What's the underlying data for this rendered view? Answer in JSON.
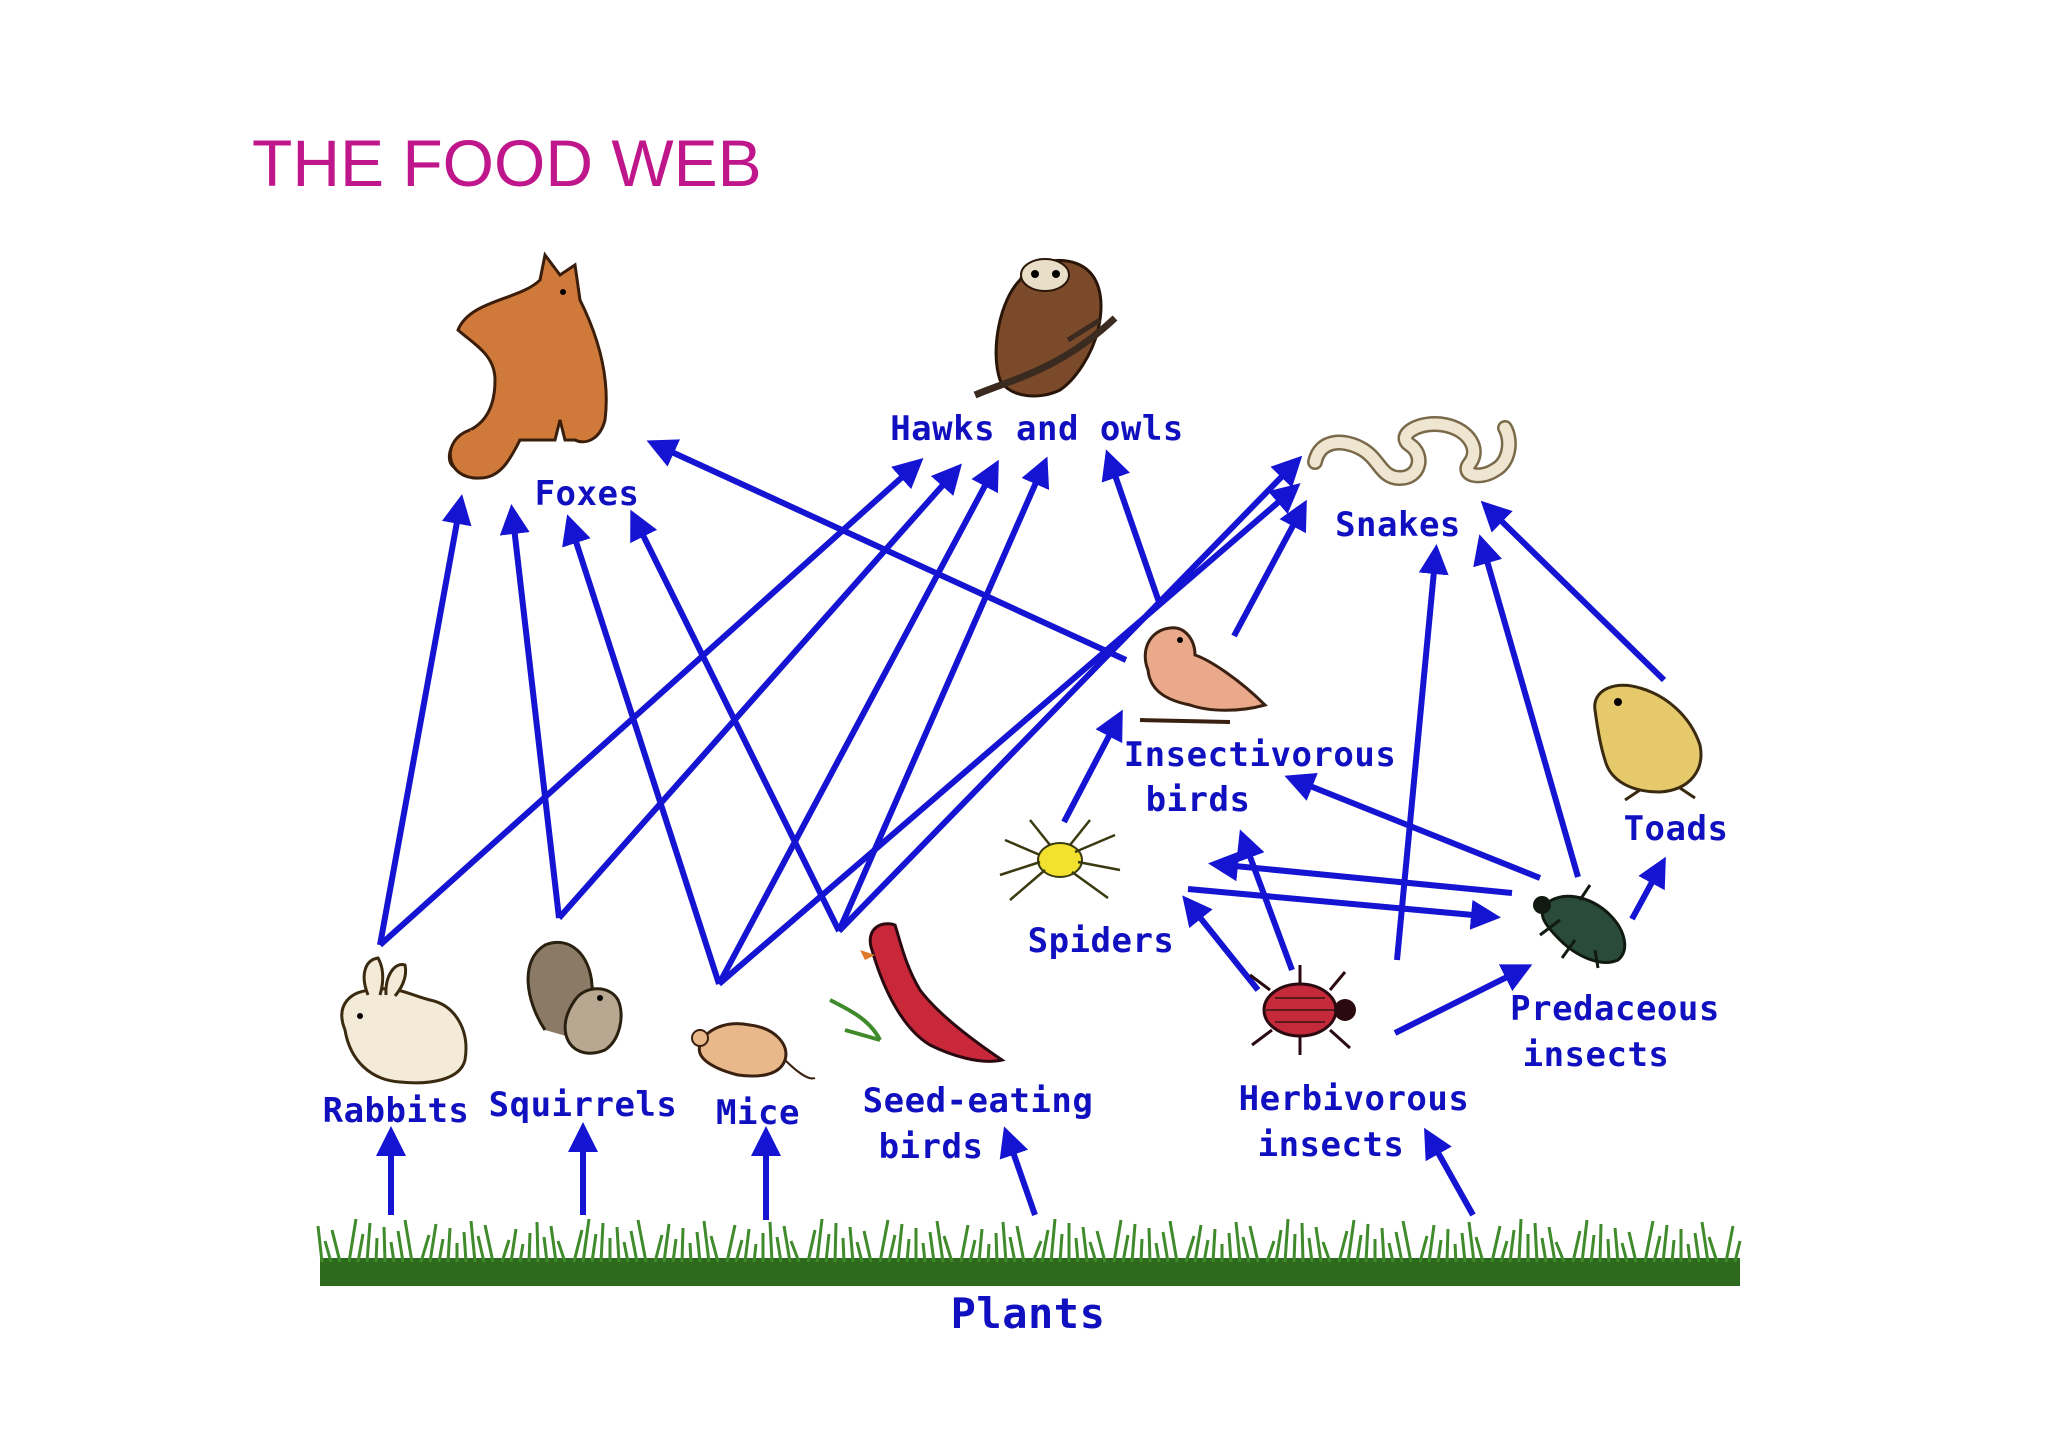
{
  "title": "THE FOOD WEB",
  "colors": {
    "title": "#c0168c",
    "arrows": "#1414d2",
    "labels": "#1010c0",
    "grass": "#3f8a2a"
  },
  "nodes": {
    "foxes": "Foxes",
    "hawks": "Hawks and owls",
    "snakes": "Snakes",
    "insect_birds_1": "Insectivorous",
    "insect_birds_2": "birds",
    "toads": "Toads",
    "spiders": "Spiders",
    "rabbits": "Rabbits",
    "squirrels": "Squirrels",
    "mice": "Mice",
    "seed_birds_1": "Seed-eating",
    "seed_birds_2": "birds",
    "herb_insects_1": "Herbivorous",
    "herb_insects_2": "insects",
    "pred_insects_1": "Predaceous",
    "pred_insects_2": "insects",
    "plants": "Plants"
  },
  "icons": [
    "fox-icon",
    "owl-icon",
    "snake-icon",
    "insectivorous-bird-icon",
    "toad-icon",
    "spider-icon",
    "rabbit-icon",
    "squirrel-icon",
    "mouse-icon",
    "cardinal-icon",
    "beetle-icon",
    "predaceous-beetle-icon",
    "grass-icon"
  ]
}
